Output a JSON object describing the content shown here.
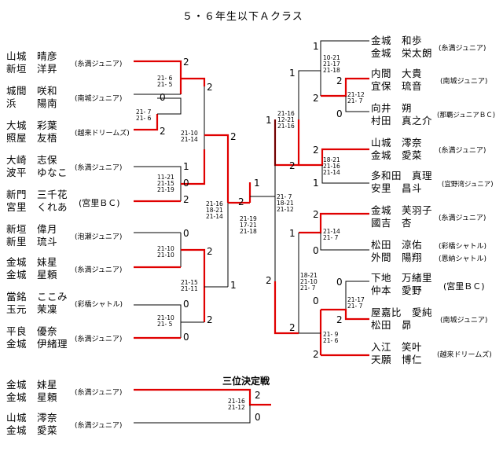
{
  "title": "５・６年生以下Ａクラス",
  "left_pairs": [
    {
      "p1": "山城　晴彦",
      "p2": "新垣　洋昇",
      "club": "(糸満ジュニア)"
    },
    {
      "p1": "城間　咲和",
      "p2": "浜　　陽南",
      "club": "(南城ジュニア)"
    },
    {
      "p1": "大城　彩葉",
      "p2": "照屋　友梧",
      "club": "(越来ドリームズ)"
    },
    {
      "p1": "大崎　志保",
      "p2": "波平　ゆなこ",
      "club": "(糸満ジュニア)"
    },
    {
      "p1": "新門　三千花",
      "p2": "宮里　くれあ",
      "club": "(宮里ＢＣ)"
    },
    {
      "p1": "新垣　偉月",
      "p2": "新里　琉斗",
      "club": "(泡瀬ジュニア)"
    },
    {
      "p1": "金城　妹星",
      "p2": "金城　星頼",
      "club": "(糸満ジュニア)"
    },
    {
      "p1": "當銘　ここみ",
      "p2": "玉元　茉凜",
      "club": "(彩橋シャトル)"
    },
    {
      "p1": "平良　優奈",
      "p2": "金城　伊緒理",
      "club": "(糸満ジュニア)"
    }
  ],
  "right_pairs": [
    {
      "p1": "金城　和歩",
      "p2": "金城　栄太朗",
      "club": "(糸満ジュニア)"
    },
    {
      "p1": "内間　大貴",
      "p2": "宜保　琉音",
      "club": "(南城ジュニア)"
    },
    {
      "p1": "向井　朔",
      "p2": "村田　真之介",
      "club": "(那覇ジュニアＢＣ)"
    },
    {
      "p1": "山城　澪奈",
      "p2": "金城　愛菜",
      "club": "(糸満ジュニア)"
    },
    {
      "p1": "多和田　真理",
      "p2": "安里　昌斗",
      "club": "(宜野湾ジュニア)"
    },
    {
      "p1": "金城　芙羽子",
      "p2": "國吉　杏",
      "club": "(糸満ジュニア)"
    },
    {
      "p1": "松田　涼佑",
      "p2": "外間　陽翔",
      "club1": "(彩橋シャトル)",
      "club2": "(恩納シャトル)"
    },
    {
      "p1": "下地　万緒里",
      "p2": "仲本　愛野",
      "club": "(宮里ＢＣ)"
    },
    {
      "p1": "屋嘉比　愛純",
      "p2": "松田　昴",
      "club": "(南城ジュニア)"
    },
    {
      "p1": "入江　笑叶",
      "p2": "天願　博仁",
      "club": "(越来ドリームズ)"
    }
  ],
  "third_place": {
    "label": "三位決定戦",
    "p1": {
      "p1": "金城　妹星",
      "p2": "金城　星頼",
      "club": "(糸満ジュニア)"
    },
    "p2": {
      "p1": "山城　澪奈",
      "p2": "金城　愛菜",
      "club": "(糸満ジュニア)"
    },
    "score": "21-16\n21-12",
    "results": [
      "2",
      "0"
    ]
  },
  "results": {
    "l1a": "2",
    "l1b": "0",
    "l1c": "2",
    "l1d": "2",
    "l1e": "0",
    "l1f": "2",
    "l2a": "1",
    "l2b": "0",
    "l2c": "2",
    "l2d": "0",
    "l2e": "2",
    "l2f": "0",
    "l3a": "2",
    "l3b": "1",
    "l4a": "2",
    "r4a": "1",
    "r3a": "1",
    "r3b": "2",
    "r2a": "1",
    "r2b": "2",
    "r2c": "1",
    "r2d": "2",
    "r1a": "1",
    "r1b": "2",
    "r1c": "0",
    "r1d": "2",
    "r1e": "1",
    "r1f": "2",
    "r1g": "0",
    "r1h": "0",
    "r1i": "2",
    "r1j": "2",
    "r0a": "2",
    "r0b": "2",
    "r0c": "0"
  },
  "scores": {
    "s1": "21- 6\n21- 5",
    "s2": "21- 7\n21- 6",
    "s3": "21-10\n21-14",
    "s4": "11-21\n21-15\n21-19",
    "s5": "21-16\n18-21\n21-14",
    "s6": "21-10\n21-10",
    "s7": "21-15\n21-11",
    "s8": "21-10\n21- 5",
    "s9": "21-19\n17-21\n21-18",
    "s10": "21- 7\n18-21\n21-12",
    "s11": "10-21\n21-17\n21-18",
    "s12": "21-12\n21- 7",
    "s13": "21-16\n12-21\n21-16",
    "s14": "18-21\n21-16\n21-14",
    "s15": "21-14\n21- 7",
    "s16": "18-21\n21-10\n21- 7",
    "s17": "21-17\n21- 7",
    "s18": "21- 9\n21- 6"
  }
}
